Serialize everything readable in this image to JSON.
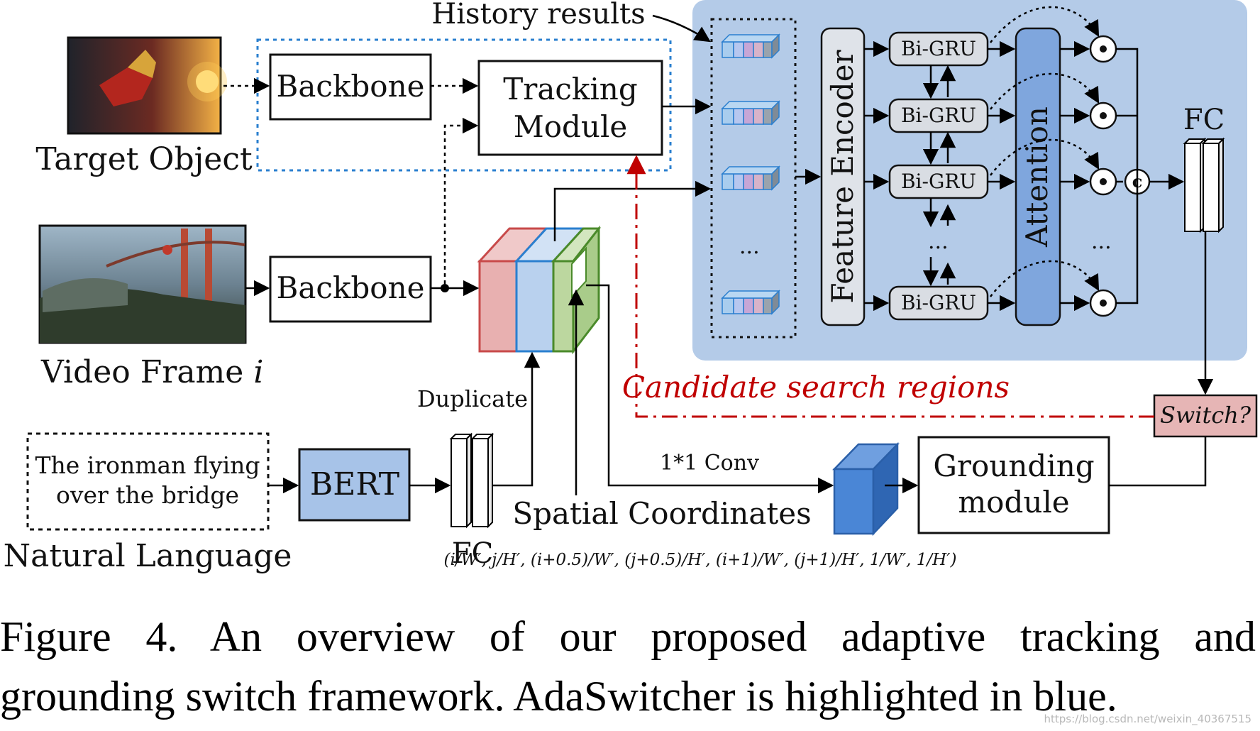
{
  "labels": {
    "history_results": "History results",
    "target_object": "Target Object",
    "video_frame": "Video Frame",
    "video_frame_index": "i",
    "natural_language": "Natural Language",
    "language_query": [
      "The ironman flying",
      "over the bridge"
    ],
    "backbone": "Backbone",
    "tracking_module": [
      "Tracking",
      "Module"
    ],
    "bert": "BERT",
    "fc": "FC",
    "duplicate": "Duplicate",
    "spatial_coordinates": "Spatial Coordinates",
    "coords_formula": "(i/W′, j/H′, (i+0.5)/W′, (j+0.5)/H′, (i+1)/W′, (j+1)/H′, 1/W′, 1/H′)",
    "conv": "1*1 Conv",
    "grounding_module": [
      "Grounding",
      "module"
    ],
    "candidate_search_regions": "Candidate search regions",
    "switch": "Switch?",
    "feature_encoder": "Feature Encoder",
    "attention": "Attention",
    "bigru": "Bi-GRU",
    "ellipsis": "...",
    "concat_symbol": "c",
    "dot_symbol": "•"
  },
  "caption": {
    "line1": "Figure 4. An overview of our proposed adaptive tracking and",
    "line2": "grounding switch framework. AdaSwitcher is highlighted in blue."
  },
  "watermark": "https://blog.csdn.net/weixin_40367515",
  "colors": {
    "adaswitcher_bg": "#b4cbe8",
    "attention_fill": "#7fa6dd",
    "bert_fill": "#a7c3e8",
    "bigru_fill": "#d9dde3",
    "switch_fill": "#e6b5b5",
    "feature_red": "#e8b0b0",
    "feature_blue": "#b9d1ee",
    "feature_green": "#bcd79f",
    "conv_blue": "#3f7fd0",
    "candidate_red": "#c00000",
    "tracking_dotted": "#2a7fcf"
  }
}
